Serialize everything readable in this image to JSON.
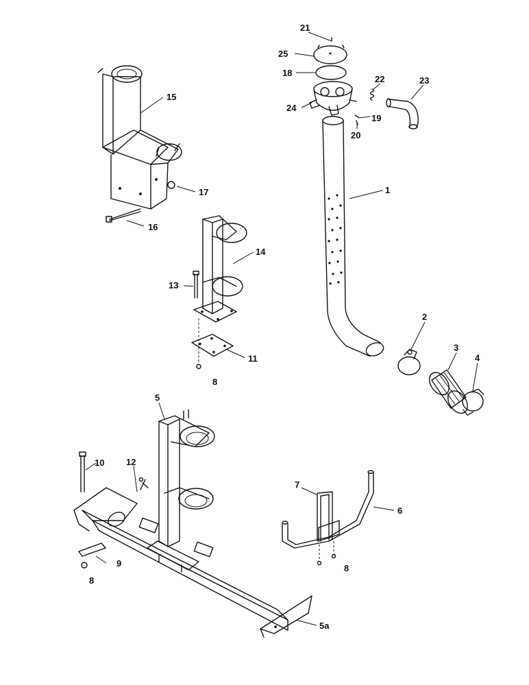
{
  "callouts": [
    {
      "id": "c1",
      "label": "1"
    },
    {
      "id": "c2",
      "label": "2"
    },
    {
      "id": "c3",
      "label": "3"
    },
    {
      "id": "c4",
      "label": "4"
    },
    {
      "id": "c5",
      "label": "5"
    },
    {
      "id": "c5a",
      "label": "5a"
    },
    {
      "id": "c6",
      "label": "6"
    },
    {
      "id": "c7",
      "label": "7"
    },
    {
      "id": "c8a",
      "label": "8"
    },
    {
      "id": "c8b",
      "label": "8"
    },
    {
      "id": "c8c",
      "label": "8"
    },
    {
      "id": "c9",
      "label": "9"
    },
    {
      "id": "c10",
      "label": "10"
    },
    {
      "id": "c11",
      "label": "11"
    },
    {
      "id": "c12",
      "label": "12"
    },
    {
      "id": "c13",
      "label": "13"
    },
    {
      "id": "c14",
      "label": "14"
    },
    {
      "id": "c15",
      "label": "15"
    },
    {
      "id": "c16",
      "label": "16"
    },
    {
      "id": "c17",
      "label": "17"
    },
    {
      "id": "c18",
      "label": "18"
    },
    {
      "id": "c19",
      "label": "19"
    },
    {
      "id": "c20",
      "label": "20"
    },
    {
      "id": "c21",
      "label": "21"
    },
    {
      "id": "c22",
      "label": "22"
    },
    {
      "id": "c23",
      "label": "23"
    },
    {
      "id": "c24",
      "label": "24"
    },
    {
      "id": "c25",
      "label": "25"
    }
  ]
}
